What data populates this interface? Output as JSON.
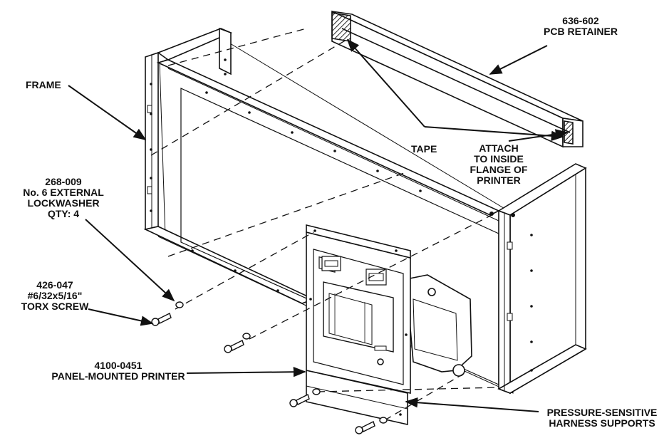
{
  "labels": {
    "pcb_retainer": {
      "part": "636-602",
      "name": "PCB RETAINER"
    },
    "frame": "FRAME",
    "tape": "TAPE",
    "attach": [
      "ATTACH",
      "TO INSIDE",
      "FLANGE OF",
      "PRINTER"
    ],
    "lockwasher": {
      "part": "268-009",
      "line1": "No. 6 EXTERNAL",
      "line2": "LOCKWASHER",
      "qty": "QTY: 4"
    },
    "screw": {
      "part": "426-047",
      "spec": "#6/32x5/16\"",
      "name": "TORX SCREW"
    },
    "printer": {
      "part": "4100-0451",
      "name": "PANEL-MOUNTED PRINTER"
    },
    "harness": {
      "line1": "PRESSURE-SENSITIVE",
      "line2": "HARNESS SUPPORTS"
    }
  },
  "colors": {
    "ink": "#111111",
    "paper": "#ffffff",
    "hatch": "#222222"
  }
}
